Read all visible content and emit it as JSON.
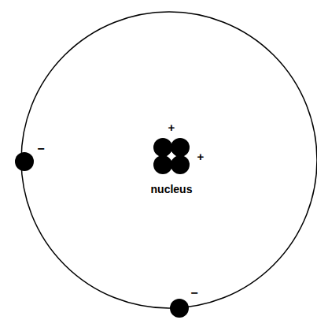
{
  "diagram": {
    "labels": [
      "+",
      "+",
      "nucleus",
      "−",
      "−"
    ]
  }
}
